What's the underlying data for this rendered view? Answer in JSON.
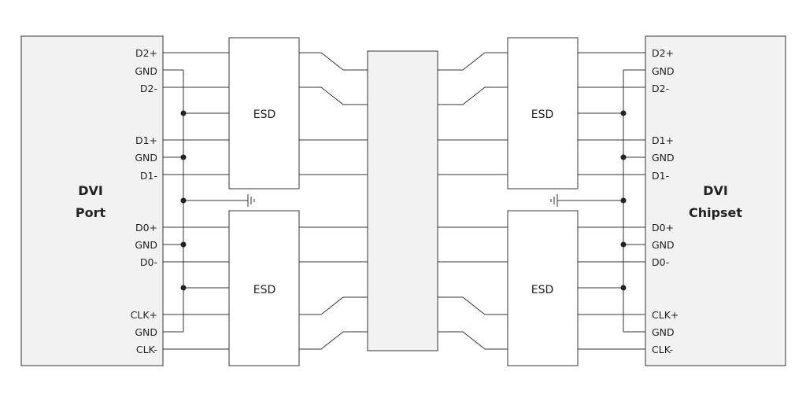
{
  "left_block": {
    "line1": "DVI",
    "line2": "Port"
  },
  "right_block": {
    "line1": "DVI",
    "line2": "Chipset"
  },
  "pins": [
    "D2+",
    "GND",
    "D2-",
    "D1+",
    "GND",
    "D1-",
    "D0+",
    "GND",
    "D0-",
    "CLK+",
    "GND",
    "CLK-"
  ],
  "esd_label": "ESD"
}
